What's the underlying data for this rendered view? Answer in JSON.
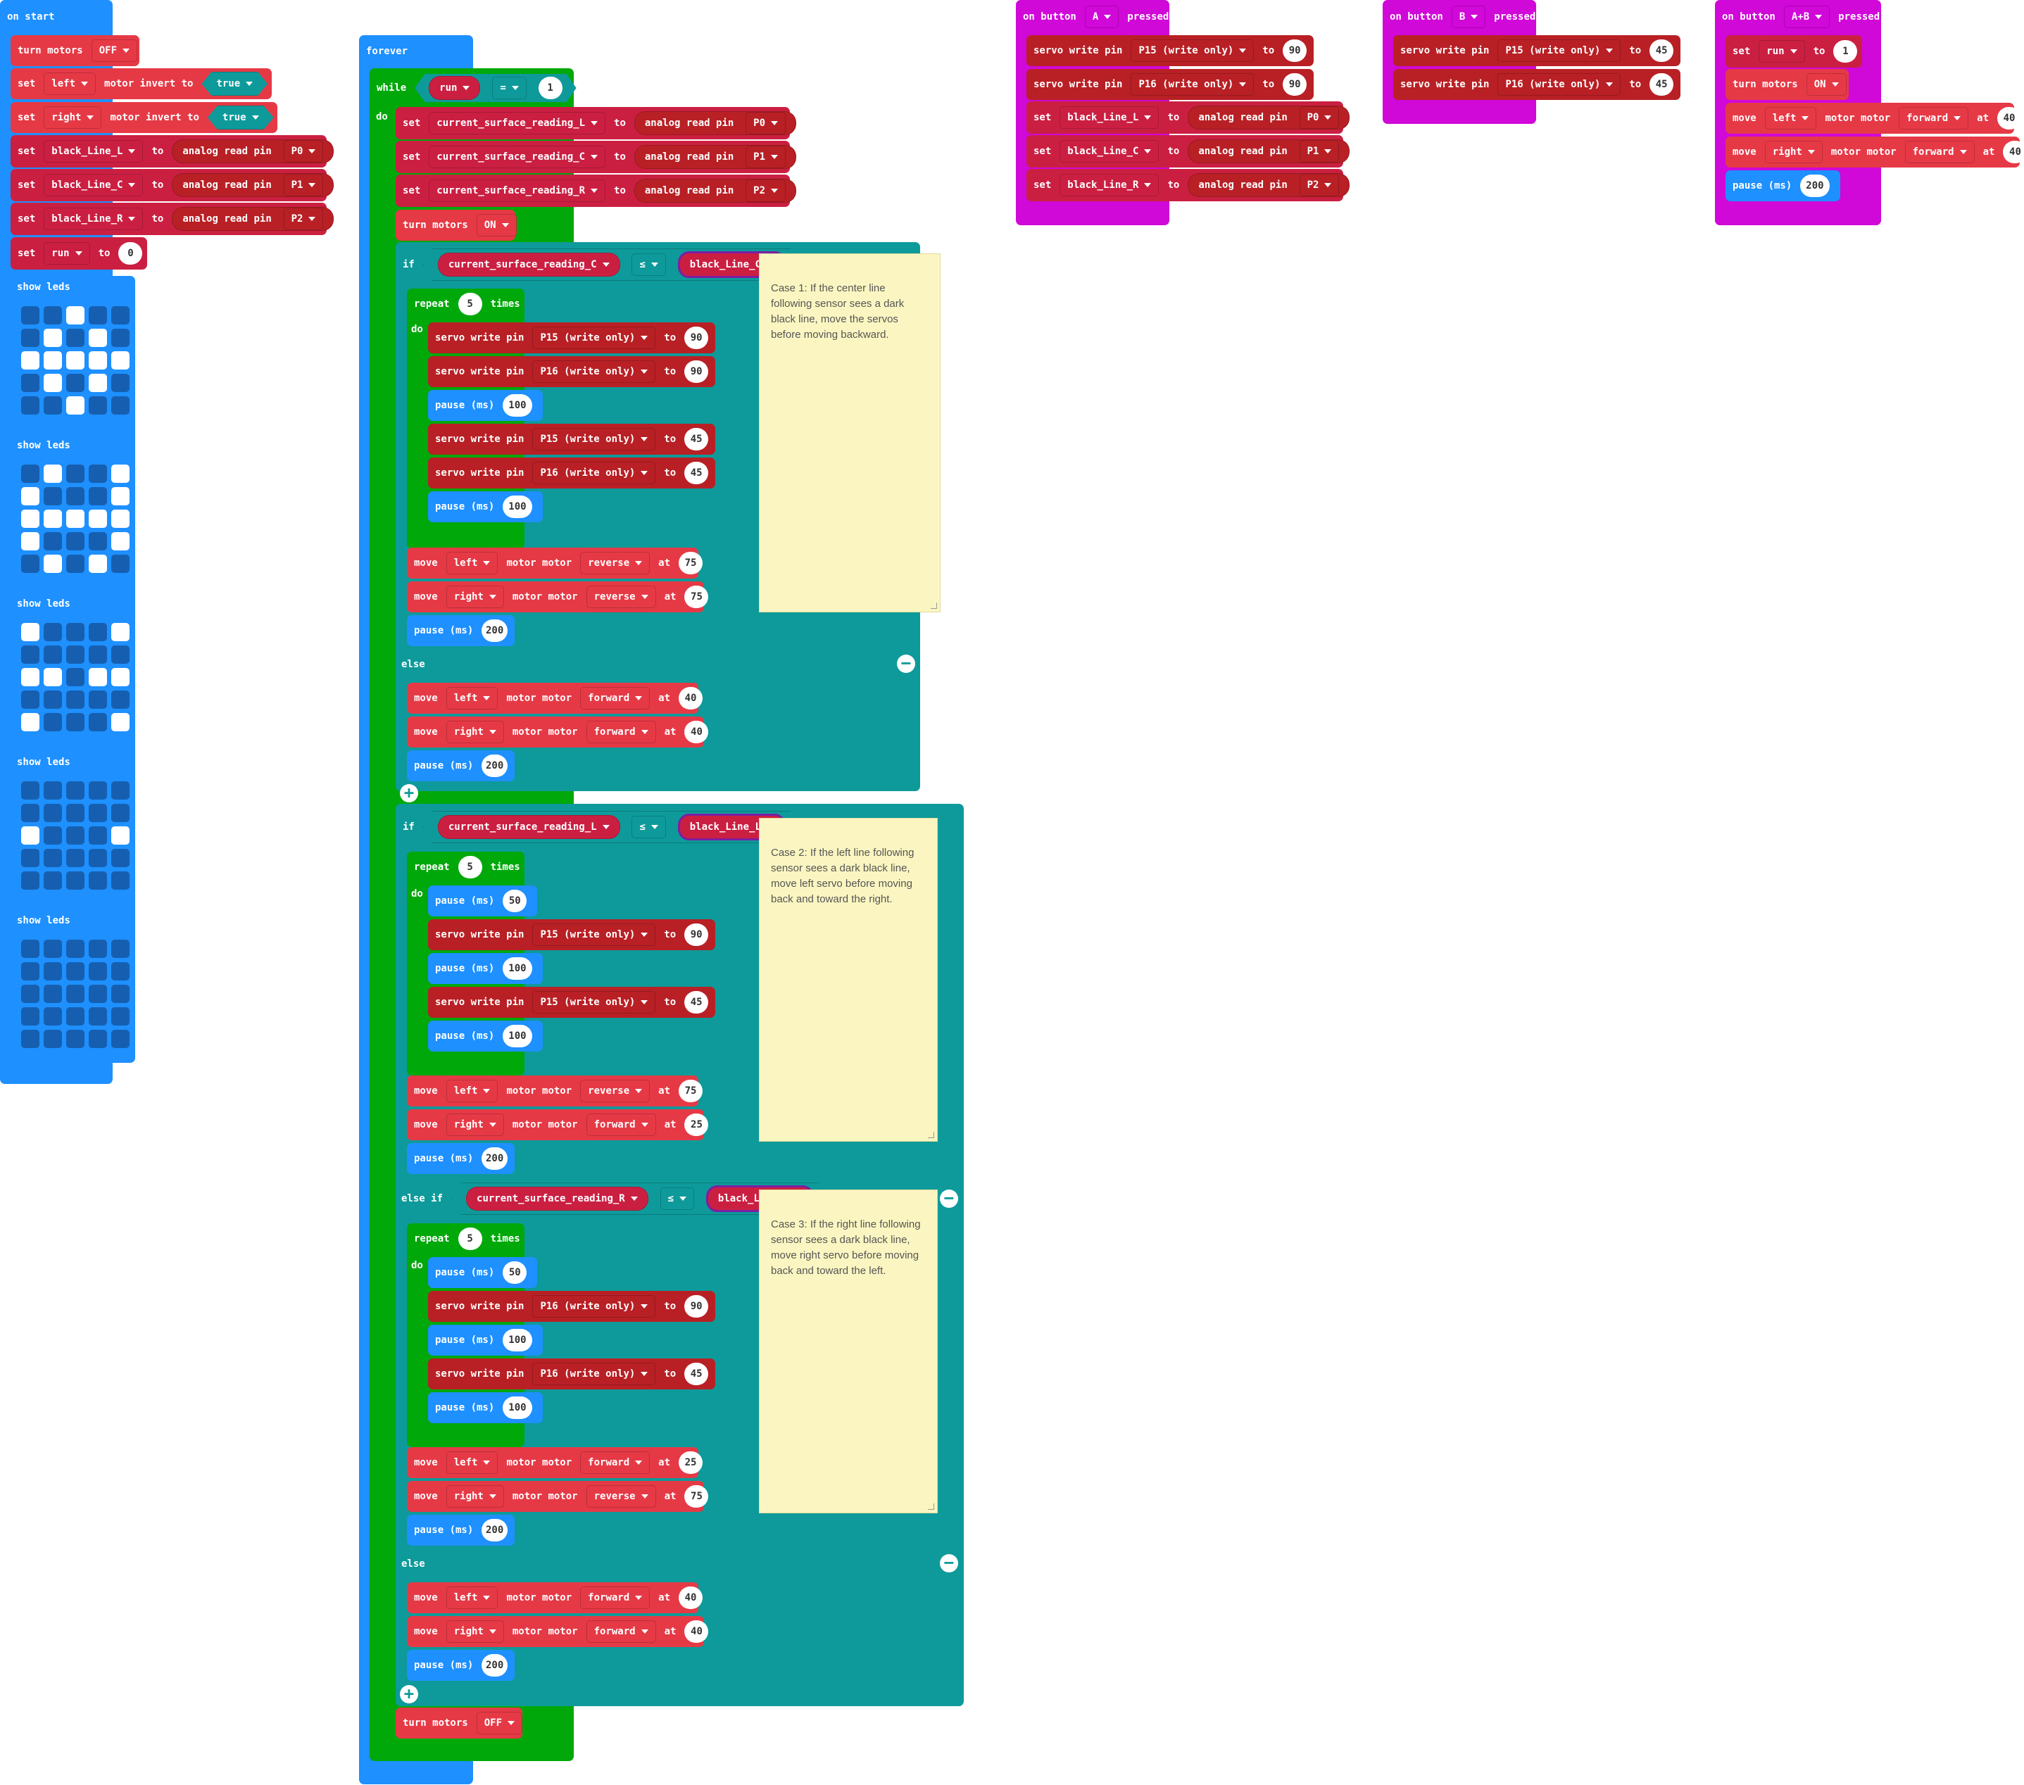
{
  "on_start": {
    "hat": "on start",
    "turn_motors": {
      "label": "turn motors",
      "value": "OFF"
    },
    "invert_left": {
      "set": "set",
      "side": "left",
      "label": "motor invert to",
      "value": "true"
    },
    "invert_right": {
      "set": "set",
      "side": "right",
      "label": "motor invert to",
      "value": "true"
    },
    "black_l": {
      "set": "set",
      "var": "black_Line_L",
      "to": "to",
      "read": "analog read pin",
      "pin": "P0"
    },
    "black_c": {
      "set": "set",
      "var": "black_Line_C",
      "to": "to",
      "read": "analog read pin",
      "pin": "P1"
    },
    "black_r": {
      "set": "set",
      "var": "black_Line_R",
      "to": "to",
      "read": "analog read pin",
      "pin": "P2"
    },
    "set_run": {
      "set": "set",
      "var": "run",
      "to": "to",
      "value": "0"
    },
    "show_leds_label": "show leds",
    "patterns": [
      [
        0,
        0,
        1,
        0,
        0,
        0,
        1,
        0,
        1,
        0,
        1,
        1,
        1,
        1,
        1,
        0,
        1,
        0,
        1,
        0,
        0,
        0,
        1,
        0,
        0
      ],
      [
        0,
        1,
        0,
        0,
        1,
        1,
        0,
        0,
        0,
        1,
        1,
        1,
        1,
        1,
        1,
        1,
        0,
        0,
        0,
        1,
        0,
        1,
        0,
        1,
        0
      ],
      [
        1,
        0,
        0,
        0,
        1,
        0,
        0,
        0,
        0,
        0,
        1,
        1,
        0,
        1,
        1,
        0,
        0,
        0,
        0,
        0,
        1,
        0,
        0,
        0,
        1
      ],
      [
        0,
        0,
        0,
        0,
        0,
        0,
        0,
        0,
        0,
        0,
        1,
        0,
        0,
        0,
        1,
        0,
        0,
        0,
        0,
        0,
        0,
        0,
        0,
        0,
        0
      ],
      [
        0,
        0,
        0,
        0,
        0,
        0,
        0,
        0,
        0,
        0,
        0,
        0,
        0,
        0,
        0,
        0,
        0,
        0,
        0,
        0,
        0,
        0,
        0,
        0,
        0
      ]
    ]
  },
  "forever": {
    "hat": "forever",
    "while": {
      "label": "while",
      "var": "run",
      "op": "=",
      "value": "1",
      "do": "do"
    },
    "set_c_l": {
      "set": "set",
      "var": "current_surface_reading_L",
      "to": "to",
      "read": "analog read pin",
      "pin": "P0"
    },
    "set_c_c": {
      "set": "set",
      "var": "current_surface_reading_C",
      "to": "to",
      "read": "analog read pin",
      "pin": "P1"
    },
    "set_c_r": {
      "set": "set",
      "var": "current_surface_reading_R",
      "to": "to",
      "read": "analog read pin",
      "pin": "P2"
    },
    "turn_on": {
      "label": "turn motors",
      "value": "ON"
    },
    "if1": {
      "label": "if",
      "var": "current_surface_reading_C",
      "op": "≤",
      "cmp": "black_Line_C"
    },
    "if1_repeat": {
      "label": "repeat",
      "value": "5",
      "times": "times",
      "do": "do"
    },
    "if1_servo1": {
      "label": "servo write pin",
      "pin": "P15 (write only)",
      "to": "to",
      "value": "90"
    },
    "if1_servo2": {
      "label": "servo write pin",
      "pin": "P16 (write only)",
      "to": "to",
      "value": "90"
    },
    "if1_pause1": {
      "label": "pause (ms)",
      "value": "100"
    },
    "if1_servo3": {
      "label": "servo write pin",
      "pin": "P15 (write only)",
      "to": "to",
      "value": "45"
    },
    "if1_servo4": {
      "label": "servo write pin",
      "pin": "P16 (write only)",
      "to": "to",
      "value": "45"
    },
    "if1_pause2": {
      "label": "pause (ms)",
      "value": "100"
    },
    "if1_move_l": {
      "label": "move",
      "side": "left",
      "mid": "motor motor",
      "dir": "reverse",
      "at": "at",
      "value": "75"
    },
    "if1_move_r": {
      "label": "move",
      "side": "right",
      "mid": "motor motor",
      "dir": "reverse",
      "at": "at",
      "value": "75"
    },
    "if1_pause3": {
      "label": "pause (ms)",
      "value": "200"
    },
    "else1": "else",
    "else1_move_l": {
      "label": "move",
      "side": "left",
      "mid": "motor motor",
      "dir": "forward",
      "at": "at",
      "value": "40"
    },
    "else1_move_r": {
      "label": "move",
      "side": "right",
      "mid": "motor motor",
      "dir": "forward",
      "at": "at",
      "value": "40"
    },
    "else1_pause": {
      "label": "pause (ms)",
      "value": "200"
    },
    "if2": {
      "label": "if",
      "var": "current_surface_reading_L",
      "op": "≤",
      "cmp": "black_Line_L"
    },
    "if2_repeat": {
      "label": "repeat",
      "value": "5",
      "times": "times",
      "do": "do"
    },
    "if2_pause1": {
      "label": "pause (ms)",
      "value": "50"
    },
    "if2_servo1": {
      "label": "servo write pin",
      "pin": "P15 (write only)",
      "to": "to",
      "value": "90"
    },
    "if2_pause2": {
      "label": "pause (ms)",
      "value": "100"
    },
    "if2_servo2": {
      "label": "servo write pin",
      "pin": "P15 (write only)",
      "to": "to",
      "value": "45"
    },
    "if2_pause3": {
      "label": "pause (ms)",
      "value": "100"
    },
    "if2_move_l": {
      "label": "move",
      "side": "left",
      "mid": "motor motor",
      "dir": "reverse",
      "at": "at",
      "value": "75"
    },
    "if2_move_r": {
      "label": "move",
      "side": "right",
      "mid": "motor motor",
      "dir": "forward",
      "at": "at",
      "value": "25"
    },
    "if2_pause4": {
      "label": "pause (ms)",
      "value": "200"
    },
    "elseif": {
      "label": "else if",
      "var": "current_surface_reading_R",
      "op": "≤",
      "cmp": "black_Line_R"
    },
    "elseif_repeat": {
      "label": "repeat",
      "value": "5",
      "times": "times",
      "do": "do"
    },
    "elseif_pause1": {
      "label": "pause (ms)",
      "value": "50"
    },
    "elseif_servo1": {
      "label": "servo write pin",
      "pin": "P16 (write only)",
      "to": "to",
      "value": "90"
    },
    "elseif_pause2": {
      "label": "pause (ms)",
      "value": "100"
    },
    "elseif_servo2": {
      "label": "servo write pin",
      "pin": "P16 (write only)",
      "to": "to",
      "value": "45"
    },
    "elseif_pause3": {
      "label": "pause (ms)",
      "value": "100"
    },
    "elseif_move_l": {
      "label": "move",
      "side": "left",
      "mid": "motor motor",
      "dir": "forward",
      "at": "at",
      "value": "25"
    },
    "elseif_move_r": {
      "label": "move",
      "side": "right",
      "mid": "motor motor",
      "dir": "reverse",
      "at": "at",
      "value": "75"
    },
    "elseif_pause4": {
      "label": "pause (ms)",
      "value": "200"
    },
    "else2": "else",
    "else2_move_l": {
      "label": "move",
      "side": "left",
      "mid": "motor motor",
      "dir": "forward",
      "at": "at",
      "value": "40"
    },
    "else2_move_r": {
      "label": "move",
      "side": "right",
      "mid": "motor motor",
      "dir": "forward",
      "at": "at",
      "value": "40"
    },
    "else2_pause": {
      "label": "pause (ms)",
      "value": "200"
    },
    "turn_off": {
      "label": "turn motors",
      "value": "OFF"
    }
  },
  "comments": {
    "case1": "Case 1: If the center line following sensor sees a dark black line, move the servos before moving backward.",
    "case2": "Case 2: If the left line following sensor sees a dark black line, move left servo before moving back and toward the right.",
    "case3": "Case 3: If the right line following sensor sees a dark black line, move right servo before moving back and toward the left."
  },
  "button_a": {
    "hat": {
      "label": "on button",
      "button": "A",
      "pressed": "pressed"
    },
    "servo1": {
      "label": "servo write pin",
      "pin": "P15 (write only)",
      "to": "to",
      "value": "90"
    },
    "servo2": {
      "label": "servo write pin",
      "pin": "P16 (write only)",
      "to": "to",
      "value": "90"
    },
    "set_l": {
      "set": "set",
      "var": "black_Line_L",
      "to": "to",
      "read": "analog read pin",
      "pin": "P0"
    },
    "set_c": {
      "set": "set",
      "var": "black_Line_C",
      "to": "to",
      "read": "analog read pin",
      "pin": "P1"
    },
    "set_r": {
      "set": "set",
      "var": "black_Line_R",
      "to": "to",
      "read": "analog read pin",
      "pin": "P2"
    }
  },
  "button_b": {
    "hat": {
      "label": "on button",
      "button": "B",
      "pressed": "pressed"
    },
    "servo1": {
      "label": "servo write pin",
      "pin": "P15 (write only)",
      "to": "to",
      "value": "45"
    },
    "servo2": {
      "label": "servo write pin",
      "pin": "P16 (write only)",
      "to": "to",
      "value": "45"
    }
  },
  "button_ab": {
    "hat": {
      "label": "on button",
      "button": "A+B",
      "pressed": "pressed"
    },
    "set_run": {
      "set": "set",
      "var": "run",
      "to": "to",
      "value": "1"
    },
    "turn": {
      "label": "turn motors",
      "value": "ON"
    },
    "move_l": {
      "label": "move",
      "side": "left",
      "mid": "motor motor",
      "dir": "forward",
      "at": "at",
      "value": "40"
    },
    "move_r": {
      "label": "move",
      "side": "right",
      "mid": "motor motor",
      "dir": "forward",
      "at": "at",
      "value": "40"
    },
    "pause": {
      "label": "pause (ms)",
      "value": "200"
    }
  },
  "colors": {
    "basic": "#1E90FF",
    "motors": "#E63946",
    "pins": "#B82025",
    "variables": "#CB1F42",
    "loops": "#00A80A",
    "logic": "#0E9A9A",
    "input": "#D008D8",
    "comment": "#FBF6C1"
  }
}
